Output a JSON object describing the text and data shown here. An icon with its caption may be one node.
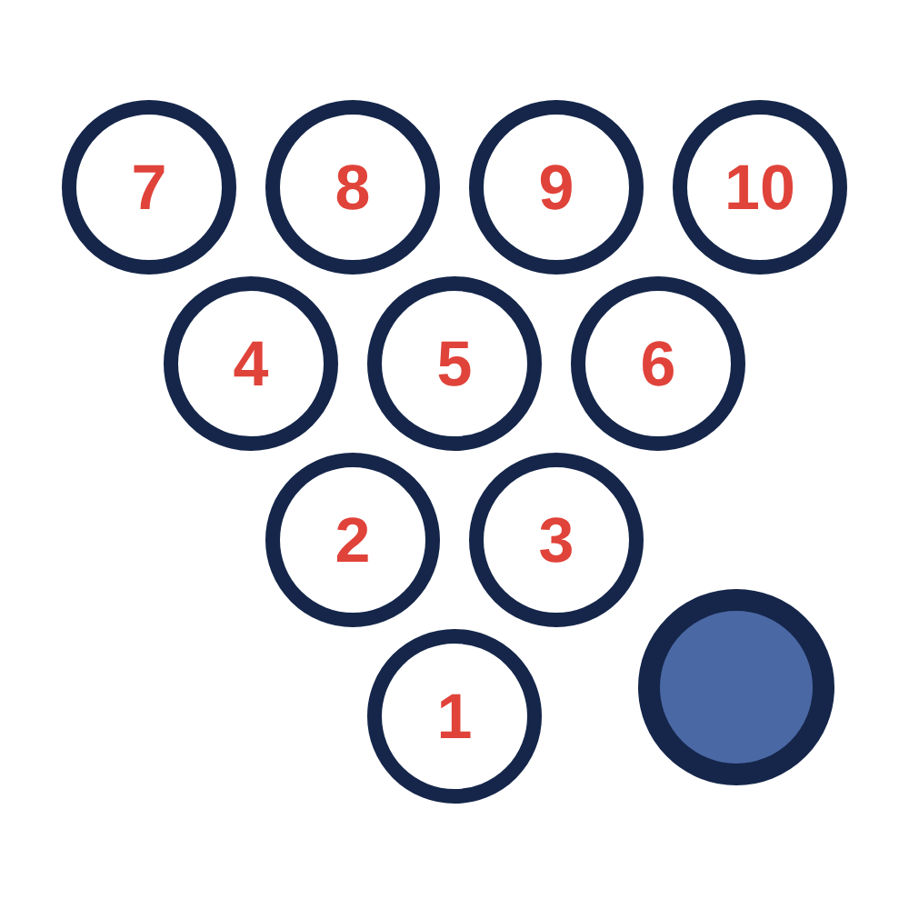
{
  "diagram": {
    "nodes": [
      {
        "text": [
          "7"
        ]
      },
      {
        "text": [
          "8"
        ]
      },
      {
        "text": [
          "9"
        ]
      },
      {
        "text": [
          "10"
        ]
      },
      {
        "text": [
          "4"
        ]
      },
      {
        "text": [
          "5"
        ]
      },
      {
        "text": [
          "6"
        ]
      },
      {
        "text": [
          "2"
        ]
      },
      {
        "text": [
          "3"
        ]
      },
      {
        "text": [
          "1"
        ]
      },
      {
        "text": [],
        "shape": "circle"
      }
    ]
  }
}
